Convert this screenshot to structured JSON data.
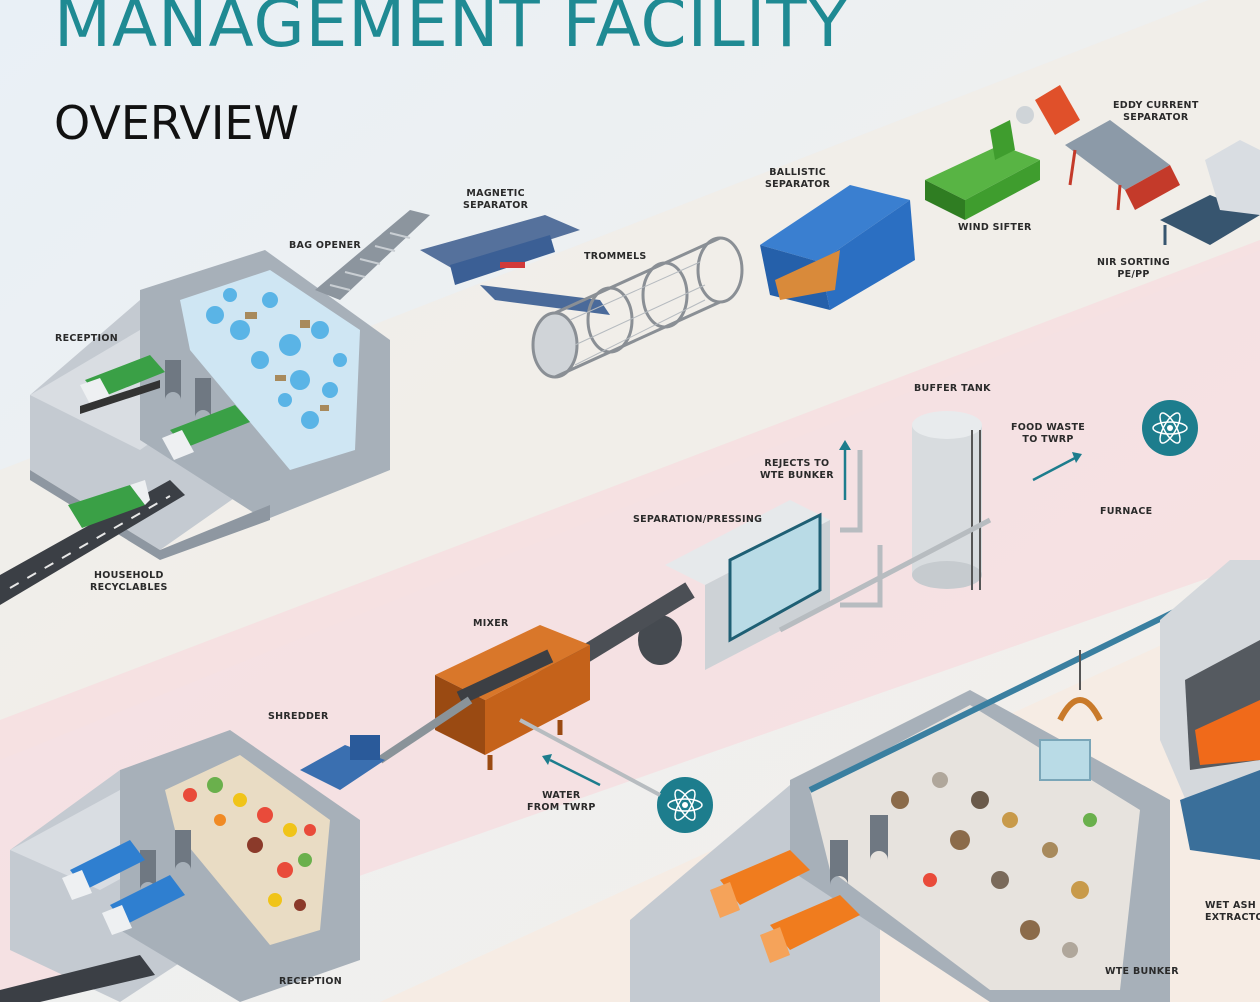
{
  "title": "MANAGEMENT FACILITY",
  "subtitle": "OVERVIEW",
  "labels": {
    "reception_top": "RECEPTION",
    "household_recyclables": "HOUSEHOLD\nRECYCLABLES",
    "bag_opener": "BAG OPENER",
    "magnetic_separator": "MAGNETIC\nSEPARATOR",
    "trommels": "TROMMELS",
    "ballistic_separator": "BALLISTIC\nSEPARATOR",
    "wind_sifter": "WIND SIFTER",
    "eddy_current_separator": "EDDY CURRENT\nSEPARATOR",
    "nir_sorting": "NIR SORTING\nPE/PP",
    "buffer_tank": "BUFFER TANK",
    "food_waste_to_twrp": "FOOD WASTE\nTO TWRP",
    "rejects_to_wte_bunker": "REJECTS TO\nWTE BUNKER",
    "separation_pressing": "SEPARATION/PRESSING",
    "furnace": "FURNACE",
    "mixer": "MIXER",
    "shredder": "SHREDDER",
    "water_from_twrp": "WATER\nFROM TWRP",
    "reception_bottom": "RECEPTION",
    "wte_bunker": "WTE BUNKER",
    "wet_ash_extractor": "WET ASH\nEXTRACTOR"
  },
  "icons": [
    "atom-icon",
    "truck-icon",
    "arrow-up-icon",
    "arrow-right-icon"
  ],
  "colors": {
    "title": "#1f8a93",
    "pink_band": "#f7dcdf",
    "teal_icon": "#1d7d8d",
    "green_truck": "#3aa046",
    "blue_truck": "#2f7fd0",
    "orange_truck": "#f07c1e",
    "conveyor_blue": "#3b5f95",
    "separator_blue": "#2b6fc2",
    "wind_sifter_green": "#3f9d2e",
    "mixer_orange": "#c5621a"
  }
}
